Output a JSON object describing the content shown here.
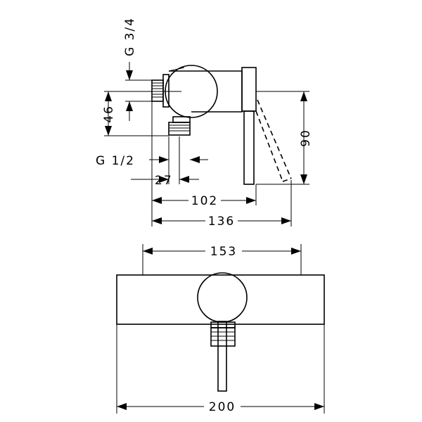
{
  "labels": {
    "g34": "G 3/4",
    "g12": "G 1/2",
    "d46": "46",
    "d27": "27",
    "d90": "90",
    "d102": "102",
    "d136": "136",
    "d153": "153",
    "d200": "200"
  },
  "colors": {
    "line": "#000000",
    "background": "#ffffff"
  }
}
